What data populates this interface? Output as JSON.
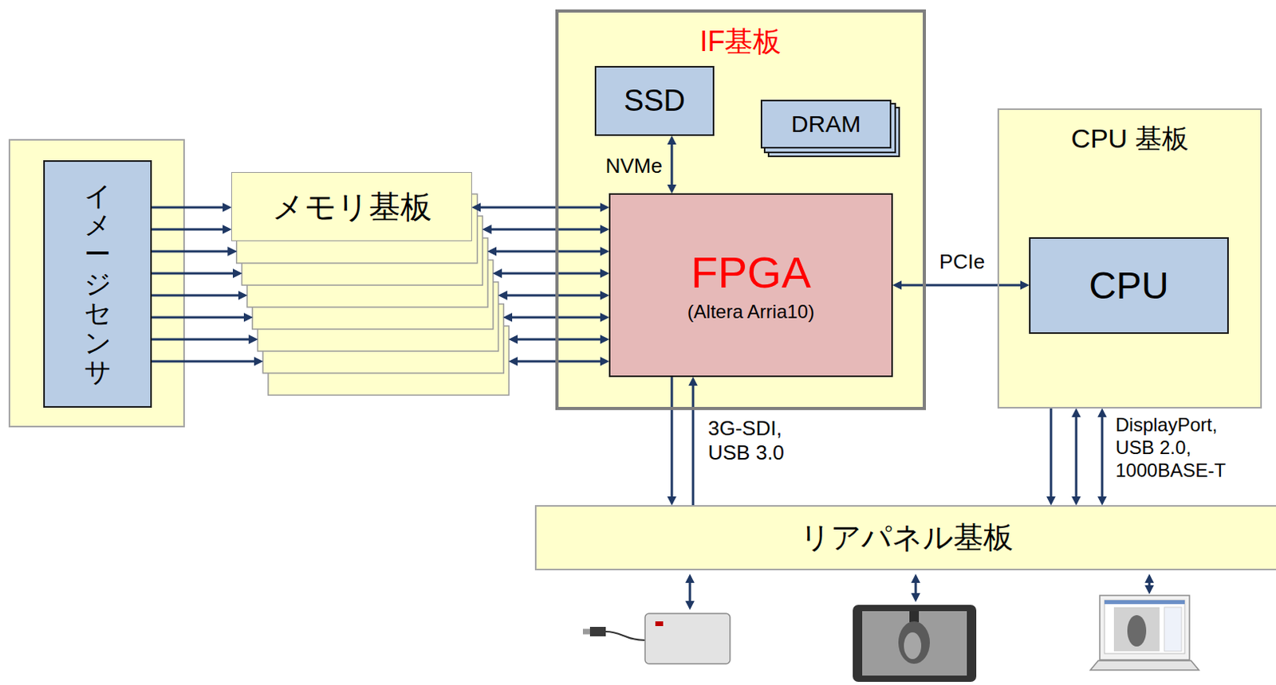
{
  "diagram": {
    "nodes": [
      {
        "text": [
          "イメージセンサ"
        ]
      },
      {
        "text": [
          "メモリ基板"
        ]
      },
      {
        "text": [
          "IF基板"
        ]
      },
      {
        "text": [
          "SSD"
        ],
        "in": 2
      },
      {
        "text": [
          "DRAM"
        ],
        "in": 2
      },
      {
        "text": [
          "FPGA",
          "(Altera Arria10)"
        ],
        "in": 2
      },
      {
        "text": [
          "CPU 基板"
        ]
      },
      {
        "text": [
          "CPU"
        ],
        "in": 6
      },
      {
        "text": [
          "リアパネル基板"
        ]
      }
    ],
    "edges": [
      {
        "from": 0,
        "to": 1,
        "arrow": "to"
      },
      {
        "from": 1,
        "to": 5,
        "arrow": "both"
      },
      {
        "from": 3,
        "to": 5,
        "arrow": "both",
        "label": "NVMe"
      },
      {
        "from": 5,
        "to": 7,
        "arrow": "both",
        "label": "PCIe"
      },
      {
        "from": 5,
        "to": 8,
        "arrow": "to",
        "label": "3G-SDI, USB 3.0"
      },
      {
        "from": 8,
        "to": 5,
        "arrow": "to"
      },
      {
        "from": 6,
        "to": 8,
        "arrow": "to"
      },
      {
        "from": 6,
        "to": 8,
        "arrow": "both"
      },
      {
        "from": 6,
        "to": 8,
        "arrow": "both",
        "label": "DisplayPort, USB 2.0, 1000BASE-T"
      }
    ]
  }
}
